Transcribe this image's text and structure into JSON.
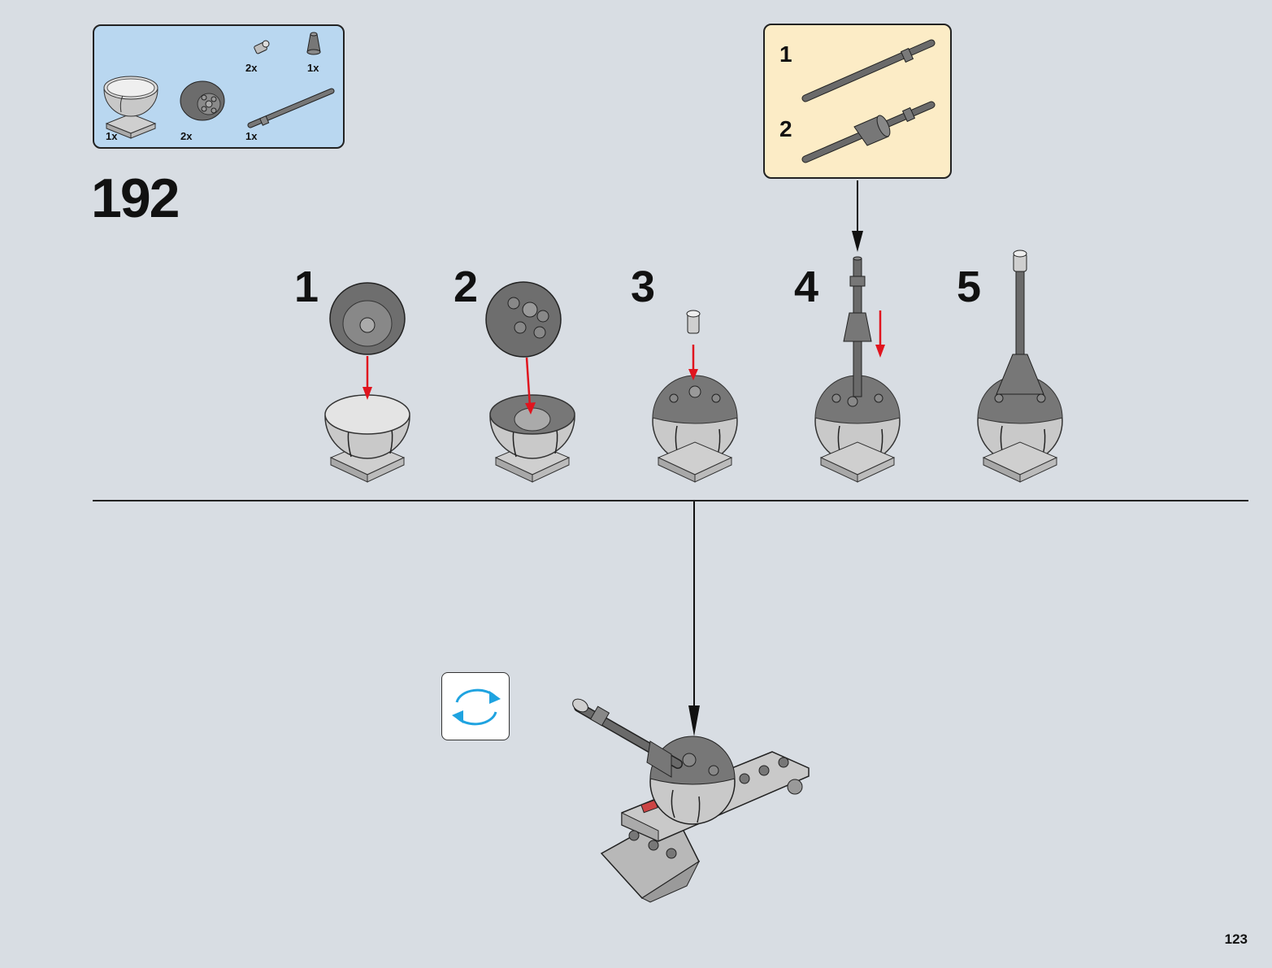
{
  "parts_list": {
    "items": [
      {
        "icon": "dome-bowl-part",
        "qty": "1x"
      },
      {
        "icon": "dish-ball-half-part",
        "qty": "2x"
      },
      {
        "icon": "pin-connector-part",
        "qty": "2x"
      },
      {
        "icon": "cone-part",
        "qty": "1x"
      },
      {
        "icon": "long-axle-bar-part",
        "qty": "1x"
      }
    ]
  },
  "step": {
    "number": "192"
  },
  "sub_assembly": {
    "steps": [
      {
        "number": "1"
      },
      {
        "number": "2"
      }
    ]
  },
  "sub_steps": [
    {
      "number": "1"
    },
    {
      "number": "2"
    },
    {
      "number": "3"
    },
    {
      "number": "4"
    },
    {
      "number": "5"
    }
  ],
  "rotate_icon": "rotate-model-icon",
  "page": {
    "number": "123"
  },
  "colors": {
    "background": "#d8dde3",
    "parts_box": "#b9d7f0",
    "sub_box": "#fcecc6",
    "arrow_red": "#e0141e",
    "rotate_blue": "#1fa3e0"
  }
}
